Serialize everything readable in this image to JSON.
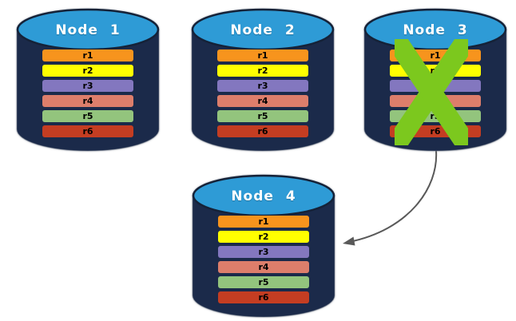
{
  "diagram": {
    "nodes": [
      {
        "title": "Node 1",
        "failed": false
      },
      {
        "title": "Node 2",
        "failed": false
      },
      {
        "title": "Node 3",
        "failed": true
      },
      {
        "title": "Node 4",
        "failed": false
      }
    ],
    "replicas": [
      {
        "label": "r1",
        "color": "#F7941D"
      },
      {
        "label": "r2",
        "color": "#FFFF00"
      },
      {
        "label": "r3",
        "color": "#8377BF"
      },
      {
        "label": "r4",
        "color": "#DD7E6B"
      },
      {
        "label": "r5",
        "color": "#93C47D"
      },
      {
        "label": "r6",
        "color": "#C43D22"
      }
    ],
    "colors": {
      "cylinder_body": "#1B2A4A",
      "cylinder_top": "#2E9BD6",
      "cylinder_top_stroke": "#152238",
      "failure_x": "#7CC81E",
      "arrow": "#595959"
    },
    "arrow": {
      "from": "Node 3",
      "to": "Node 4"
    }
  }
}
